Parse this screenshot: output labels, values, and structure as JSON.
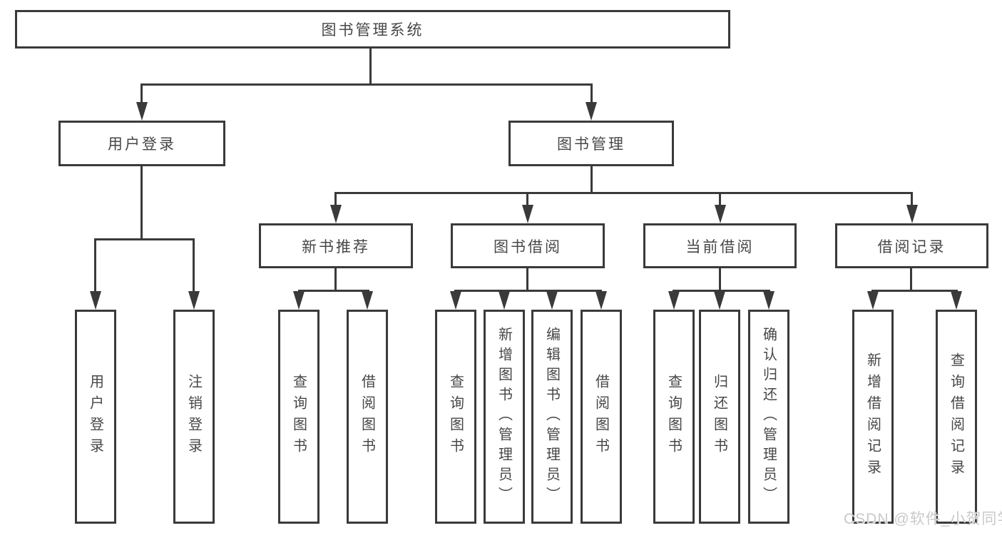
{
  "colors": {
    "line": "#3a3a3a",
    "text": "#474747",
    "watermark_text": "#c9c9c9",
    "background": "#ffffff"
  },
  "watermark": {
    "text": "CSDN @软件_小贺同学"
  },
  "nodes": {
    "root": {
      "label": "图书管理系统",
      "children": [
        {
          "label": "用户登录",
          "children": [
            {
              "label": "用户登录"
            },
            {
              "label": "注销登录"
            }
          ]
        },
        {
          "label": "图书管理",
          "children": [
            {
              "label": "新书推荐",
              "children": [
                {
                  "label": "查询图书"
                },
                {
                  "label": "借阅图书"
                }
              ]
            },
            {
              "label": "图书借阅",
              "children": [
                {
                  "label": "查询图书"
                },
                {
                  "label": "新增图书（管理员）"
                },
                {
                  "label": "编辑图书（管理员）"
                },
                {
                  "label": "借阅图书"
                }
              ]
            },
            {
              "label": "当前借阅",
              "children": [
                {
                  "label": "查询图书"
                },
                {
                  "label": "归还图书"
                },
                {
                  "label": "确认归还（管理员）"
                }
              ]
            },
            {
              "label": "借阅记录",
              "children": [
                {
                  "label": "新增借阅记录"
                },
                {
                  "label": "查询借阅记录"
                }
              ]
            }
          ]
        }
      ]
    }
  }
}
